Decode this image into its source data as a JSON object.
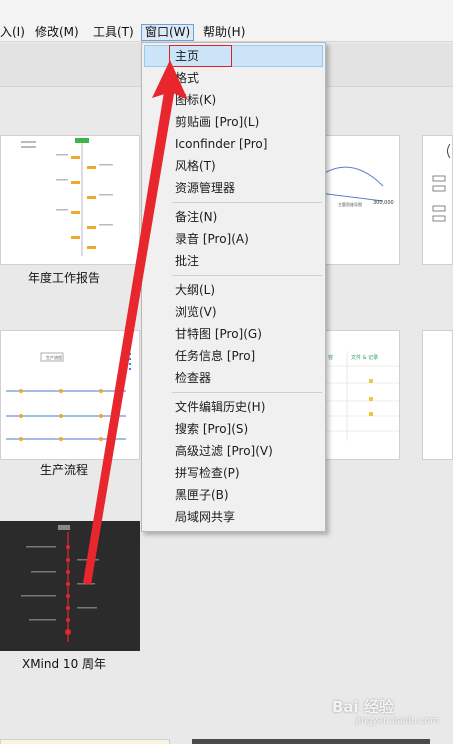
{
  "menubar": {
    "items": [
      {
        "label": "入(I)"
      },
      {
        "label": "修改(M)"
      },
      {
        "label": "工具(T)"
      },
      {
        "label": "窗口(W)"
      },
      {
        "label": "帮助(H)"
      }
    ]
  },
  "templates": [
    {
      "caption": "年度工作报告"
    },
    {
      "caption": "生产流程"
    },
    {
      "caption": "XMind 10 周年"
    }
  ],
  "thumb_texts": {
    "mindmap_center": "主题思维导图",
    "mindmap_value": "300,000",
    "flow_title": "生产流程",
    "table_col1": "容",
    "table_col2": "文件 & 记录"
  },
  "window_menu": {
    "groups": [
      [
        {
          "label": "主页",
          "highlighted": true
        },
        {
          "label": "格式"
        },
        {
          "label": "图标(K)"
        },
        {
          "label": "剪贴画 [Pro](L)"
        },
        {
          "label": "Iconfinder [Pro]"
        },
        {
          "label": "风格(T)"
        },
        {
          "label": "资源管理器"
        }
      ],
      [
        {
          "label": "备注(N)"
        },
        {
          "label": "录音 [Pro](A)"
        },
        {
          "label": "批注"
        }
      ],
      [
        {
          "label": "大纲(L)"
        },
        {
          "label": "浏览(V)"
        },
        {
          "label": "甘特图 [Pro](G)"
        },
        {
          "label": "任务信息 [Pro]"
        },
        {
          "label": "检查器"
        }
      ],
      [
        {
          "label": "文件编辑历史(H)"
        },
        {
          "label": "搜索 [Pro](S)"
        },
        {
          "label": "高级过滤 [Pro](V)"
        },
        {
          "label": "拼写检查(P)"
        },
        {
          "label": "黑匣子(B)"
        },
        {
          "label": "局域网共享"
        }
      ]
    ]
  },
  "annotation": {
    "arrow_color": "#e8262d",
    "box_color": "#d8232a"
  },
  "watermark": {
    "text": "Bai 经验",
    "sub": "jingyan.baidu.com"
  }
}
